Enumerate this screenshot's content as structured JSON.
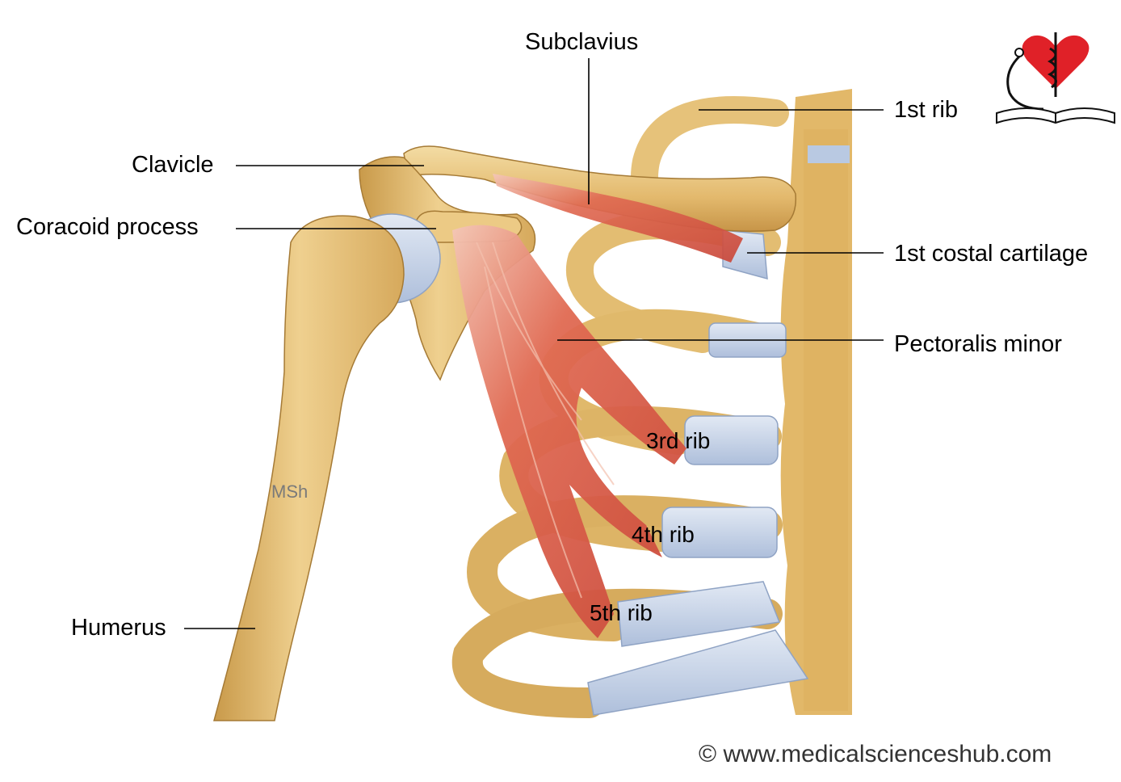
{
  "labels": {
    "subclavius": "Subclavius",
    "first_rib": "1st rib",
    "clavicle": "Clavicle",
    "coracoid_process": "Coracoid process",
    "first_costal_cartilage": "1st costal cartilage",
    "pectoralis_minor": "Pectoralis minor",
    "third_rib": "3rd rib",
    "fourth_rib": "4th rib",
    "fifth_rib": "5th rib",
    "humerus": "Humerus"
  },
  "artist_signature": "MSh",
  "copyright": "© www.medicalscienceshub.com",
  "colors": {
    "bone": "#e6c27a",
    "bone_shadow": "#c99a4a",
    "bone_light": "#f3dca4",
    "cartilage": "#c9d6ea",
    "muscle": "#d85a45",
    "muscle_light": "#f2b7a6",
    "logo_heart": "#e02128",
    "text": "#000000"
  },
  "logo": {
    "icons": [
      "heart-icon",
      "stethoscope-icon",
      "caduceus-icon",
      "open-book-icon"
    ]
  }
}
